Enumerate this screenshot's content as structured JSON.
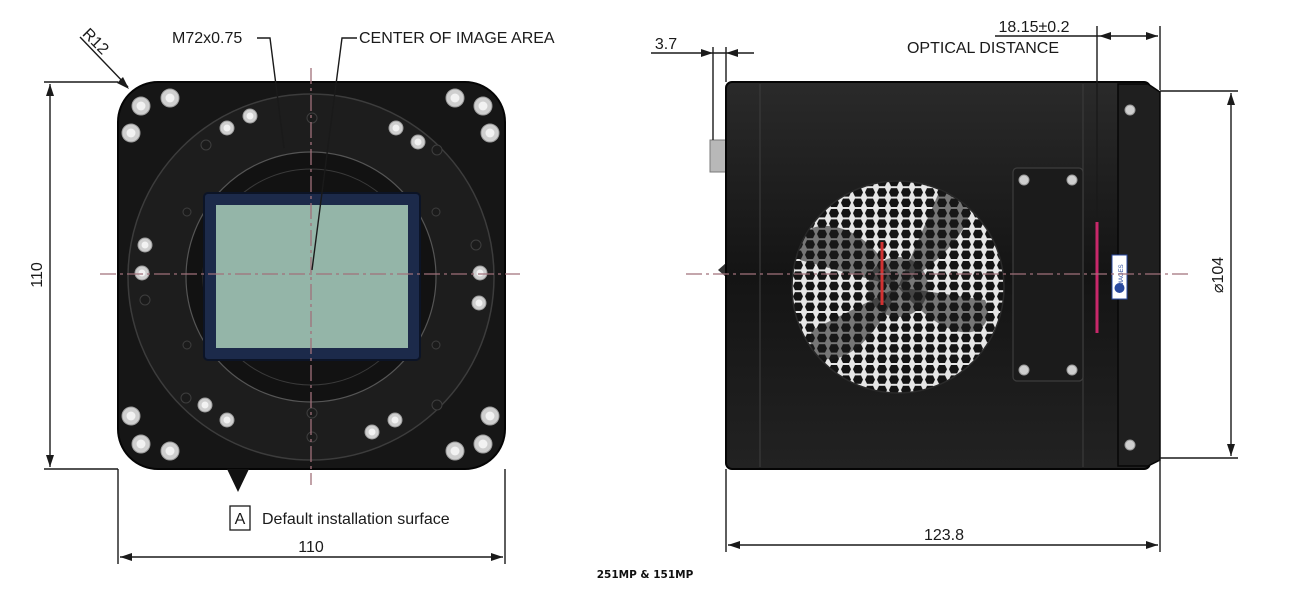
{
  "front_view": {
    "radius_label": "R12",
    "mount_label": "M72x0.75",
    "center_label": "CENTER OF IMAGE AREA",
    "height_label": "110",
    "width_label": "110",
    "datum_letter": "A",
    "datum_text": "Default installation surface"
  },
  "side_view": {
    "flange_label": "3.7",
    "optical_value_label": "18.15±0.2",
    "optical_text_label": "OPTICAL DISTANCE",
    "diameter_label": "⌀104",
    "length_label": "123.8",
    "brand_badge_text": "IMAGES"
  },
  "caption": "251MP & 151MP",
  "colors": {
    "body": "#161616",
    "sensor_glass": "#94b5a8",
    "sensor_frame": "#1c2a4a",
    "centerline": "#a0707a",
    "optical_marker": "#c8286a",
    "fan_marker": "#d23232"
  }
}
